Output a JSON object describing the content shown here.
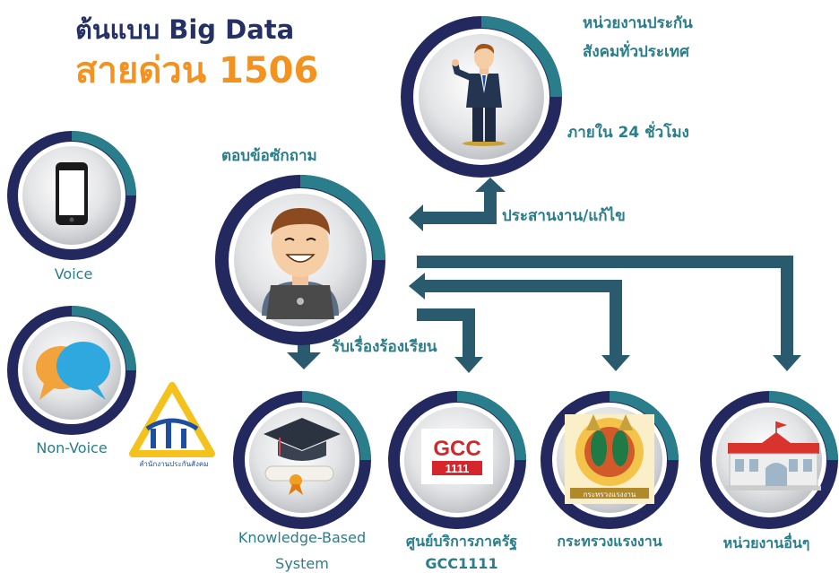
{
  "title": {
    "line1": "ต้นแบบ Big Data",
    "line2": "สายด่วน 1506"
  },
  "nodes": {
    "voice": "Voice",
    "nonvoice": "Non-Voice",
    "answer": "ตอบข้อซักถาม",
    "sso_line1": "หน่วยงานประกัน",
    "sso_line2": "สังคมทั่วประเทศ",
    "within24": "ภายใน 24 ชั่วโมง",
    "coordinate": "ประสานงาน/แก้ไข",
    "complaint": "รับเรื่องร้องเรียน",
    "kb_line1": "Knowledge-Based",
    "kb_line2": "System",
    "gcc_line1": "ศูนย์บริการภาครัฐ",
    "gcc_line2": "GCC1111",
    "ministry": "กระทรวงแรงงาน",
    "other": "หน่วยงานอื่นๆ"
  },
  "logos": {
    "sso_caption": "สำนักงานประกันสังคม",
    "gcc_text": "GCC",
    "gcc_sub": "1111",
    "ministry_ribbon": "กระทรวงแรงงาน"
  },
  "colors": {
    "navy": "#23295e",
    "teal": "#2a7d8a",
    "orange": "#f4921f",
    "arrow": "#2a5a6e"
  }
}
